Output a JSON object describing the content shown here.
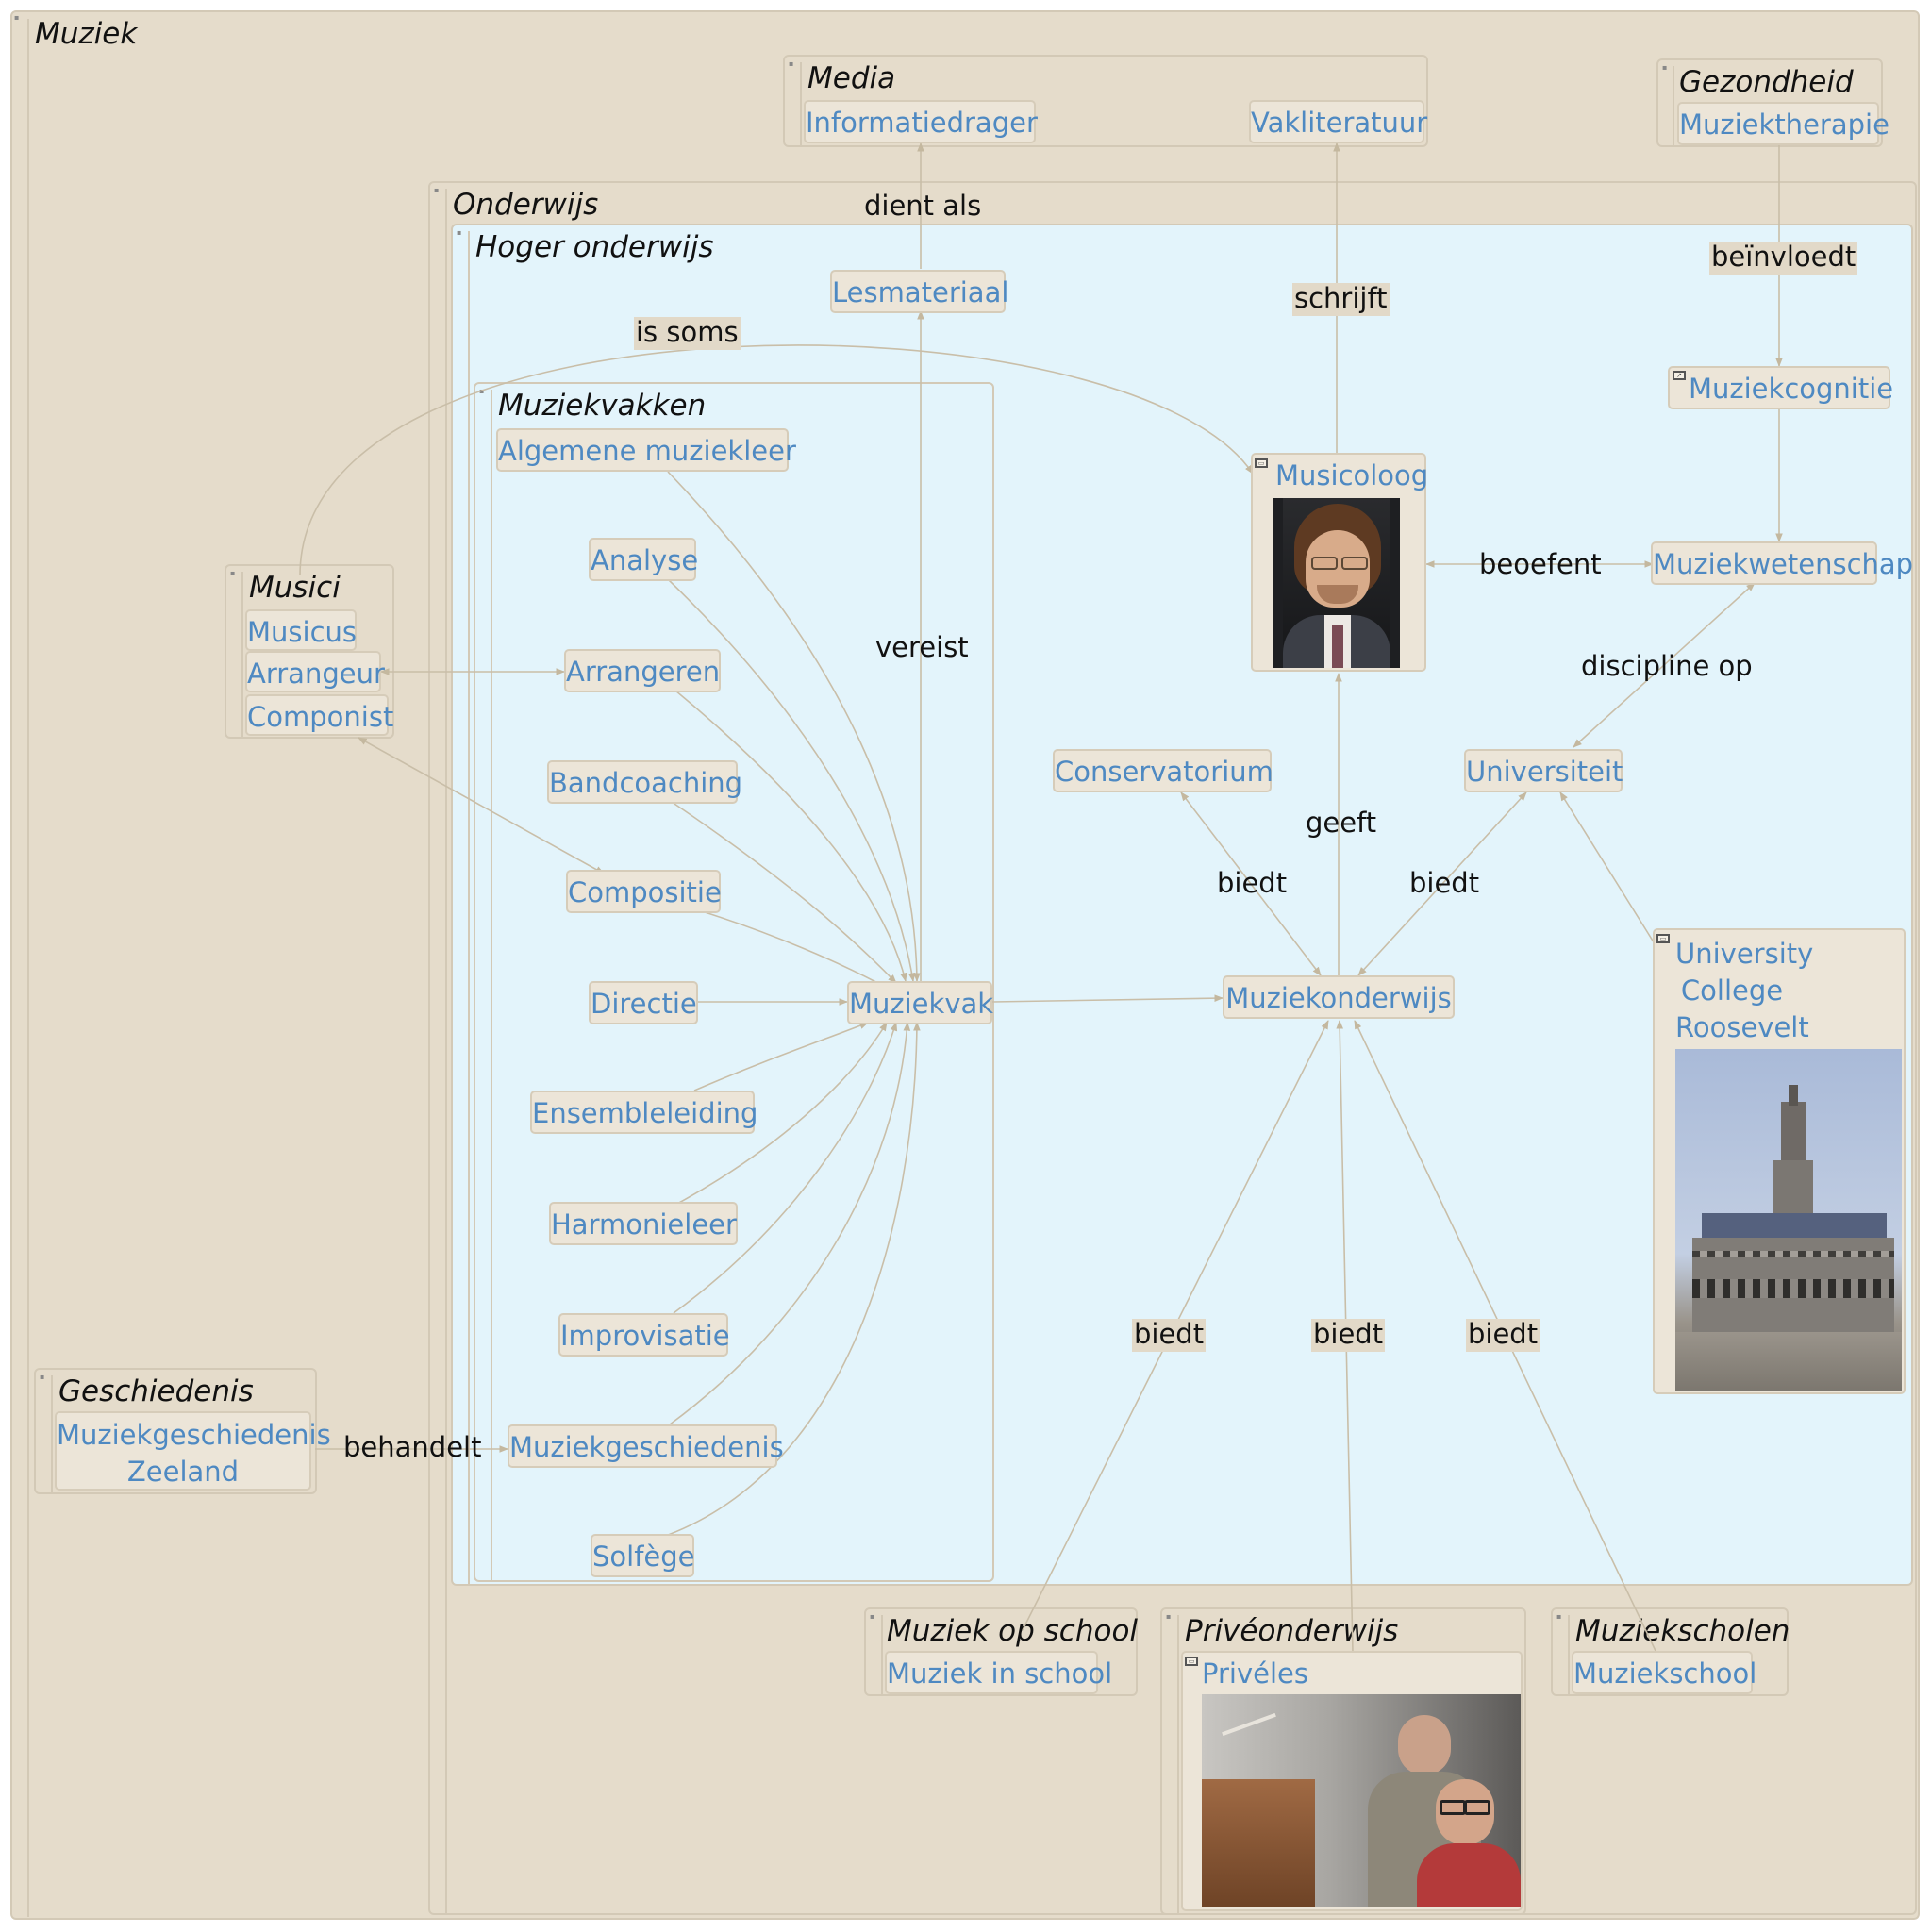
{
  "groups": {
    "muziek": "Muziek",
    "media": "Media",
    "gezondheid": "Gezondheid",
    "onderwijs": "Onderwijs",
    "hoger_onderwijs": "Hoger onderwijs",
    "muziekvakken": "Muziekvakken",
    "musici": "Musici",
    "geschiedenis": "Geschiedenis",
    "muziek_op_school": "Muziek op school",
    "priveonderwijs": "Privéonderwijs",
    "muziekscholen": "Muziekscholen"
  },
  "topics": {
    "informatiedrager": "Informatiedrager",
    "vakliteratuur": "Vakliteratuur",
    "muziektherapie": "Muziektherapie",
    "lesmateriaal": "Lesmateriaal",
    "muziekcognitie": "Muziekcognitie",
    "musicoloog": "Musicoloog",
    "muziekwetenschap": "Muziekwetenschap",
    "algemene_muziekleer": "Algemene muziekleer",
    "analyse": "Analyse",
    "arrangeren": "Arrangeren",
    "bandcoaching": "Bandcoaching",
    "compositie": "Compositie",
    "directie": "Directie",
    "ensembleleiding": "Ensembleleiding",
    "harmonieleer": "Harmonieleer",
    "improvisatie": "Improvisatie",
    "muziekgeschiedenis": "Muziekgeschiedenis",
    "solfege": "Solfège",
    "muziekvak": "Muziekvak",
    "musicus": "Musicus",
    "arrangeur": "Arrangeur",
    "componist": "Componist",
    "conservatorium": "Conservatorium",
    "universiteit": "Universiteit",
    "muziekonderwijs": "Muziekonderwijs",
    "ucr": "University College Roosevelt",
    "muziekgeschiedenis_zeeland": "Muziekgeschiedenis Zeeland",
    "muziek_in_school": "Muziek in school",
    "priveles": "Privéles",
    "muziekschool": "Muziekschool"
  },
  "relations": {
    "dient_als": "dient als",
    "schrijft": "schrijft",
    "beinvloedt": "beïnvloedt",
    "is_soms": "is soms",
    "vereist": "vereist",
    "beoefent": "beoefent",
    "discipline_op": "discipline op",
    "geeft": "geeft",
    "biedt_conservatorium": "biedt",
    "biedt_universiteit": "biedt",
    "biedt_school": "biedt",
    "biedt_prive": "biedt",
    "biedt_muziekschool": "biedt",
    "behandelt": "behandelt"
  },
  "colors": {
    "group_bg": "#e5dccb",
    "hoger_onderwijs_bg": "#e3f4fb",
    "topic_text": "#4e89c2",
    "line": "#c9bea8"
  }
}
